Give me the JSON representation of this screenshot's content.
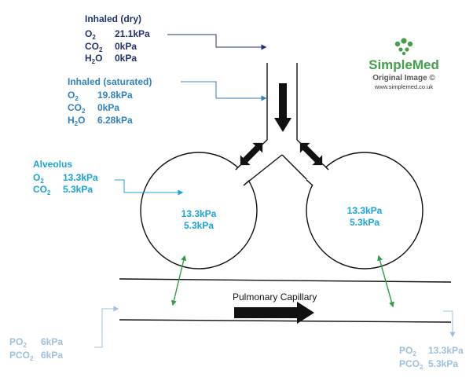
{
  "inhaled_dry": {
    "title": "Inhaled (dry)",
    "rows": [
      {
        "gas": "O",
        "sub": "2",
        "value": "21.1kPa"
      },
      {
        "gas": "CO",
        "sub": "2",
        "value": "0kPa"
      },
      {
        "gas": "H",
        "sub": "2",
        "gas2": "O",
        "value": "0kPa"
      }
    ]
  },
  "inhaled_saturated": {
    "title": "Inhaled (saturated)",
    "rows": [
      {
        "gas": "O",
        "sub": "2",
        "value": "19.8kPa"
      },
      {
        "gas": "CO",
        "sub": "2",
        "value": "0kPa"
      },
      {
        "gas": "H",
        "sub": "2",
        "gas2": "O",
        "value": "6.28kPa"
      }
    ]
  },
  "alveolus": {
    "title": "Alveolus",
    "rows": [
      {
        "gas": "O",
        "sub": "2",
        "value": "13.3kPa"
      },
      {
        "gas": "CO",
        "sub": "2",
        "value": "5.3kPa"
      }
    ]
  },
  "left_alveolus": {
    "o2": "13.3kPa",
    "co2": "5.3kPa"
  },
  "right_alveolus": {
    "o2": "13.3kPa",
    "co2": "5.3kPa"
  },
  "capillary": {
    "label": "Pulmonary Capillary"
  },
  "venous": {
    "rows": [
      {
        "gas": "PO",
        "sub": "2",
        "value": "6kPa"
      },
      {
        "gas": "PCO",
        "sub": "2",
        "value": "6kPa"
      }
    ]
  },
  "arterial": {
    "rows": [
      {
        "gas": "PO",
        "sub": "2",
        "value": "13.3kPa"
      },
      {
        "gas": "PCO",
        "sub": "2",
        "value": "5.3kPa"
      }
    ]
  },
  "logo": {
    "brand": "SimpleMed",
    "tagline": "Original Image ©",
    "url": "www.simplemed.co.uk"
  },
  "colors": {
    "dark": "#1f3473",
    "mid": "#2f82c4",
    "cyan": "#1aa3dc",
    "pale": "#9ec0e0",
    "diffusion": "#2ea043",
    "brand": "#43a047"
  }
}
